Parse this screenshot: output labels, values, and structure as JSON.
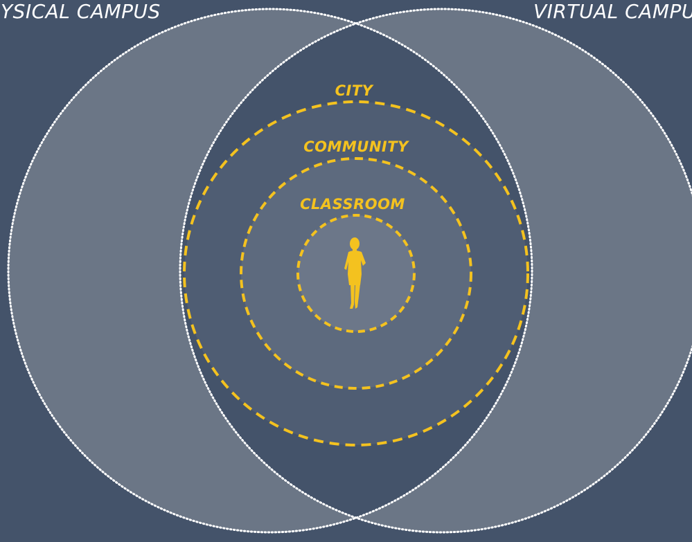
{
  "campuses": {
    "physical_label": "PHYSICAL CAMPUS",
    "virtual_label": "VIRTUAL CAMPUS"
  },
  "rings": {
    "city_label": "CITY",
    "community_label": "COMMUNITY",
    "classroom_label": "CLASSROOM"
  },
  "colors": {
    "background": "#44536a",
    "campus_fill": "#6b7686",
    "lens_fill": "#44536a",
    "ring_accent": "#f4c21f",
    "campus_outline": "#ffffff"
  },
  "center_icon": "person-silhouette-icon"
}
